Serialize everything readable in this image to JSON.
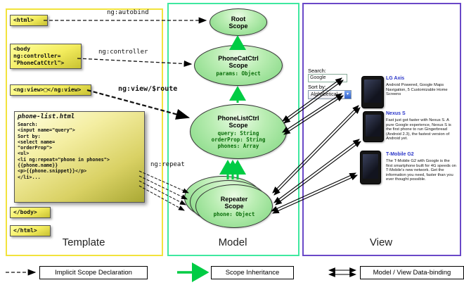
{
  "panels": {
    "template": {
      "label": "Template"
    },
    "model": {
      "label": "Model"
    },
    "view": {
      "label": "View"
    }
  },
  "template": {
    "html_open": "<html>",
    "body_open": "<body\nng:controller=\n\"PhoneCatCtrl\">",
    "ng_view": "<ng:view>□</ng:view>",
    "phone_list_title": "phone-list.html",
    "phone_list_code": "Search:\n<input name=\"query\">\nSort by:\n<select name=\n\"orderProp\">\n<ul>\n<li ng:repeat=\"phone in phones\">\n{{phone.name}}\n<p>{{phone.snippet}}</p>\n</li>...",
    "body_close": "</body>",
    "html_close": "</html>"
  },
  "arrows": {
    "ng_autobind": "ng:autobind",
    "ng_controller": "ng:controller",
    "ng_view_route": "ng:view/$route",
    "ng_repeat": "ng:repeat"
  },
  "scopes": {
    "root": {
      "title": "Root\nScope"
    },
    "phonecat": {
      "title": "PhoneCatCtrl\nScope",
      "props": "params: Object"
    },
    "phonelist": {
      "title": "PhoneListCtrl\nScope",
      "props": "query: String\norderProp: String\nphones: Array"
    },
    "repeater": {
      "title": "Repeater\nScope",
      "props": "phone: Object"
    }
  },
  "view": {
    "search_label": "Search:",
    "search_value": "Google",
    "sort_label": "Sort by:",
    "sort_value": "Alphabetical",
    "phones": [
      {
        "name": "LG Axis",
        "snippet": "Android Powered, Google Maps Navigation, 5 Customizable Home Screens"
      },
      {
        "name": "Nexus S",
        "snippet": "Fast just got faster with Nexus S. A pure Google experience, Nexus S is the first phone to run Gingerbread (Android 2.3), the fastest version of Android yet."
      },
      {
        "name": "T-Mobile G2",
        "snippet": "The T-Mobile G2 with Google is the first smartphone built for 4G speeds on T-Mobile's new network. Get the information you need, faster than you ever thought possible."
      }
    ]
  },
  "legend": [
    {
      "label": "Implicit Scope Declaration"
    },
    {
      "label": "Scope Inheritance"
    },
    {
      "label": "Model / View Data-binding"
    }
  ],
  "colors": {
    "template_border": "#f2e33c",
    "model_border": "#3fe8a0",
    "view_border": "#6a48c8",
    "scope_fill": "#8ede8e",
    "inheritance_arrow": "#00cc44",
    "note_fill": "#f0e85a",
    "link_color": "#2a35c8"
  }
}
